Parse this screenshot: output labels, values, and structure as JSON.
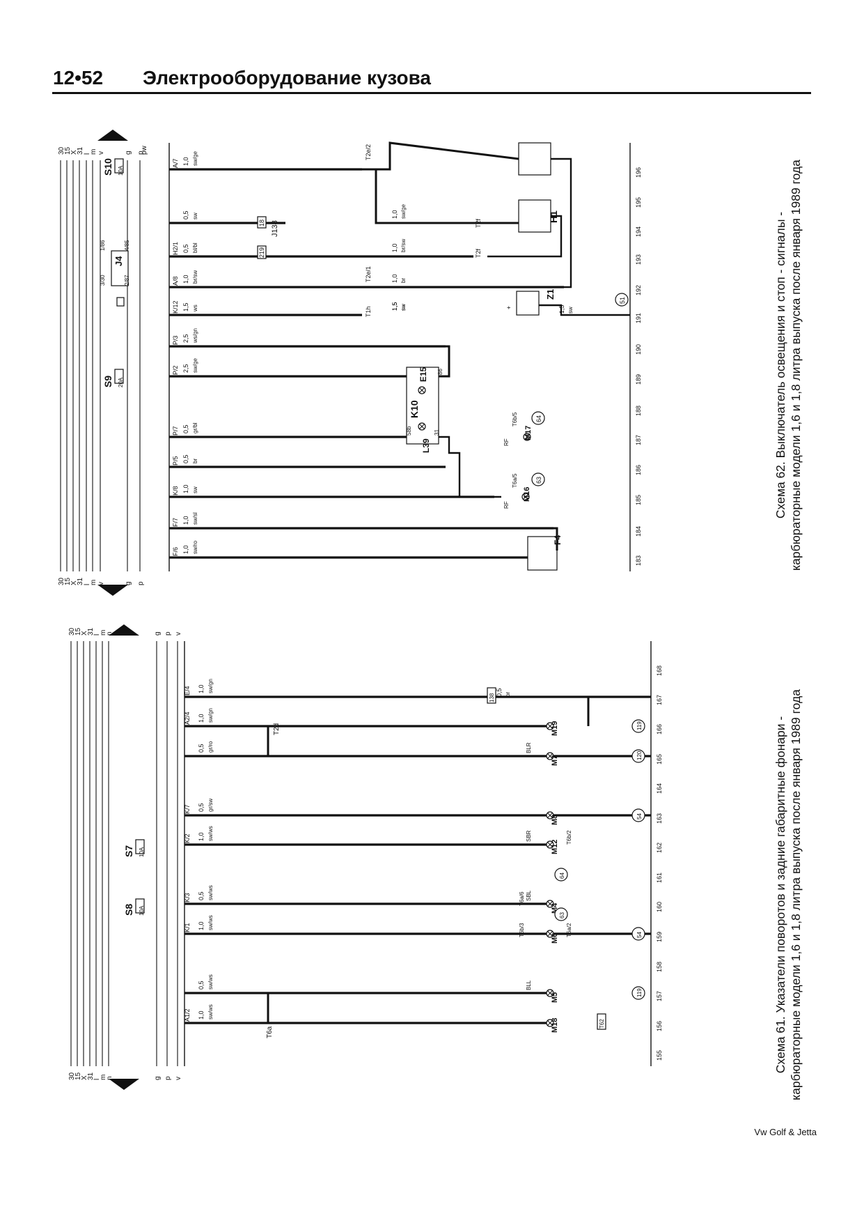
{
  "header": {
    "page_number": "12•52",
    "section_title": "Электрооборудование кузова"
  },
  "footer": {
    "book": "Vw Golf & Jetta"
  },
  "captions": {
    "scheme62": {
      "line1": "Схема 62. Выключатель освещения и стоп - сигналы -",
      "line2": "карбюраторные модели 1,6 и 1,8 литра выпуска после января 1989 года"
    },
    "scheme61": {
      "line1": "Схема 61. Указатели поворотов и задние габаритные фонари -",
      "line2": "карбюраторные модели 1,6 и 1,8 литра выпуска после января 1989 года"
    }
  },
  "diagram62": {
    "rail_labels": [
      "30",
      "15",
      "X",
      "31",
      "l",
      "m",
      "v",
      "g",
      "p"
    ],
    "top_rail_labels_extra": [
      "pw"
    ],
    "column_numbers": [
      "183",
      "184",
      "185",
      "186",
      "187",
      "188",
      "189",
      "190",
      "191",
      "192",
      "193",
      "194",
      "195",
      "196"
    ],
    "connectors": [
      "F/6",
      "F/7",
      "K/8",
      "P/5",
      "P/7",
      "P/2",
      "P/3",
      "K/12",
      "A/8",
      "H2/1",
      "A/7"
    ],
    "wires": [
      {
        "size": "1,0",
        "color": "sw/ro"
      },
      {
        "size": "1,0",
        "color": "sw/sl"
      },
      {
        "size": "1,0",
        "color": "sw"
      },
      {
        "size": "0,5",
        "color": "br"
      },
      {
        "size": "0,5",
        "color": "gr/bl"
      },
      {
        "size": "2,5",
        "color": "sw/ge"
      },
      {
        "size": "2,5",
        "color": "ws/gn"
      },
      {
        "size": "1,5",
        "color": "ws"
      },
      {
        "size": "1,0",
        "color": "br/sw"
      },
      {
        "size": "0,5",
        "color": "bl/bl"
      },
      {
        "size": "0,5",
        "color": "sw"
      },
      {
        "size": "1,0",
        "color": "sw/ge"
      },
      {
        "size": "1,5",
        "color": "sw"
      },
      {
        "size": "1,0",
        "color": "br"
      },
      {
        "size": "1,0",
        "color": "sw/ge"
      },
      {
        "size": "1,0",
        "color": "br/sw"
      },
      {
        "size": "1,5",
        "color": "sw"
      }
    ],
    "components": [
      "S10",
      "10A",
      "S9",
      "20A",
      "J4",
      "J138",
      "K10",
      "E15",
      "L39",
      "M16",
      "M17",
      "F4",
      "Z1",
      "H1",
      "T1h",
      "T2e/1",
      "T2e/2",
      "T2f",
      "T6a/5",
      "T6b/5"
    ],
    "fuse_j4_pins": [
      "3/30",
      "2/87",
      "1/86",
      "4/85"
    ],
    "refs": [
      "18",
      "219",
      "63",
      "64",
      "51"
    ],
    "pins": [
      "58b",
      "31",
      "86",
      "RF",
      "+"
    ]
  },
  "diagram61": {
    "rail_labels": [
      "30",
      "15",
      "X",
      "31",
      "l",
      "m",
      "n",
      "g",
      "p",
      "v"
    ],
    "column_numbers": [
      "155",
      "156",
      "157",
      "158",
      "159",
      "160",
      "161",
      "162",
      "163",
      "164",
      "165",
      "166",
      "167",
      "168"
    ],
    "connectors": [
      "A1/2",
      "K/1",
      "K/3",
      "K/2",
      "K/7",
      "A2/4",
      "E/4"
    ],
    "wires": [
      {
        "size": "1,0",
        "color": "sw/ws"
      },
      {
        "size": "0,5",
        "color": "sw/ws"
      },
      {
        "size": "1,0",
        "color": "sw/ws"
      },
      {
        "size": "0,5",
        "color": "sw/ws"
      },
      {
        "size": "1,0",
        "color": "sw/ws"
      },
      {
        "size": "0,5",
        "color": "gr/sw"
      },
      {
        "size": "0,5",
        "color": "gr/ro"
      },
      {
        "size": "1,0",
        "color": "sw/gn"
      },
      {
        "size": "1,0",
        "color": "sw/gn"
      },
      {
        "size": "0,5",
        "color": "sw/gn"
      },
      {
        "size": "0,5",
        "color": "br"
      }
    ],
    "components": [
      "S8",
      "10A",
      "S7",
      "10A",
      "M18",
      "M5",
      "M6",
      "M4",
      "M12",
      "M8",
      "M7",
      "M19",
      "T6a",
      "T2d",
      "T6b/3",
      "T6a/6",
      "T6a/2",
      "T6b/2"
    ],
    "lamp_labels": [
      "BLL",
      "BLR",
      "SBL",
      "SBR"
    ],
    "refs": [
      "119",
      "54",
      "63",
      "64",
      "120",
      "T62",
      "138"
    ]
  }
}
